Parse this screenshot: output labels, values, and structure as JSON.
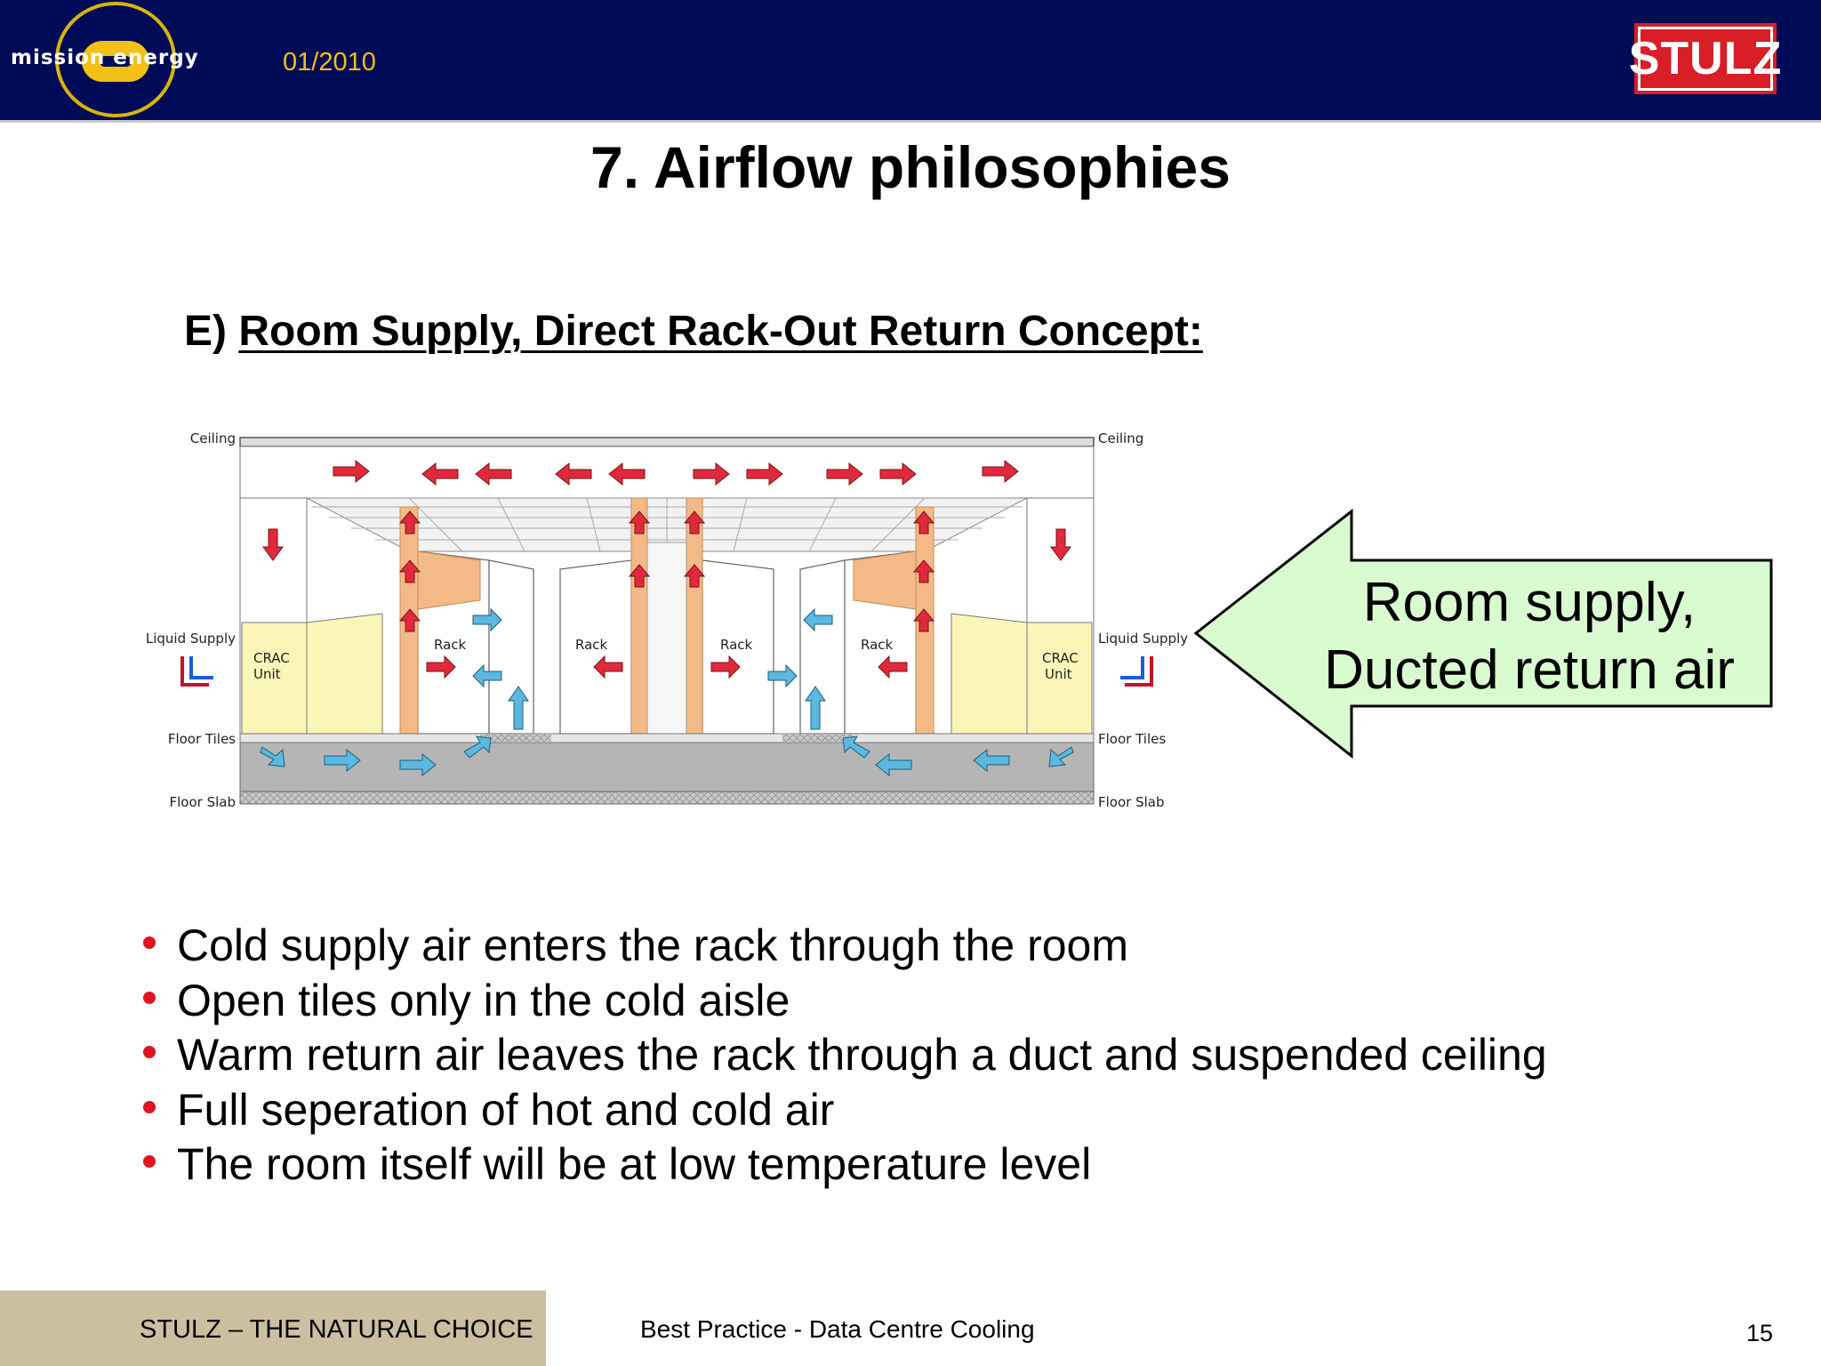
{
  "header": {
    "logo_text": "mission energy",
    "date": "01/2010",
    "brand": "STULZ"
  },
  "slide": {
    "title": "7. Airflow philosophies",
    "subtitle_prefix": "E)",
    "subtitle": "Room Supply, Direct Rack-Out Return Concept:"
  },
  "diagram": {
    "labels": {
      "ceiling_left": "Ceiling",
      "ceiling_right": "Ceiling",
      "liquid_supply_left": "Liquid Supply",
      "liquid_supply_right": "Liquid Supply",
      "crac_unit": "CRAC",
      "unit_word": "Unit",
      "floor_tiles_left": "Floor Tiles",
      "floor_tiles_right": "Floor Tiles",
      "floor_slab_left": "Floor Slab",
      "floor_slab_right": "Floor Slab",
      "rack": "Rack"
    },
    "colors": {
      "hot_arrow": "#e02a3c",
      "cold_arrow": "#5bb8e0",
      "crac_fill": "#fbf6b8",
      "duct_fill": "#f3b987",
      "floor_fill": "#b5b5b5"
    }
  },
  "callout": {
    "line1": "Room supply,",
    "line2": "Ducted return air",
    "fill": "#d9fbd0"
  },
  "bullets": [
    "Cold supply air enters the rack through the room",
    "Open tiles only in the cold aisle",
    "Warm return air leaves the rack through a duct and suspended ceiling",
    "Full seperation of hot and cold air",
    "The room itself will be at low temperature level"
  ],
  "footer": {
    "left": "STULZ – THE NATURAL CHOICE",
    "center": "Best Practice - Data Centre Cooling",
    "page": "15"
  }
}
